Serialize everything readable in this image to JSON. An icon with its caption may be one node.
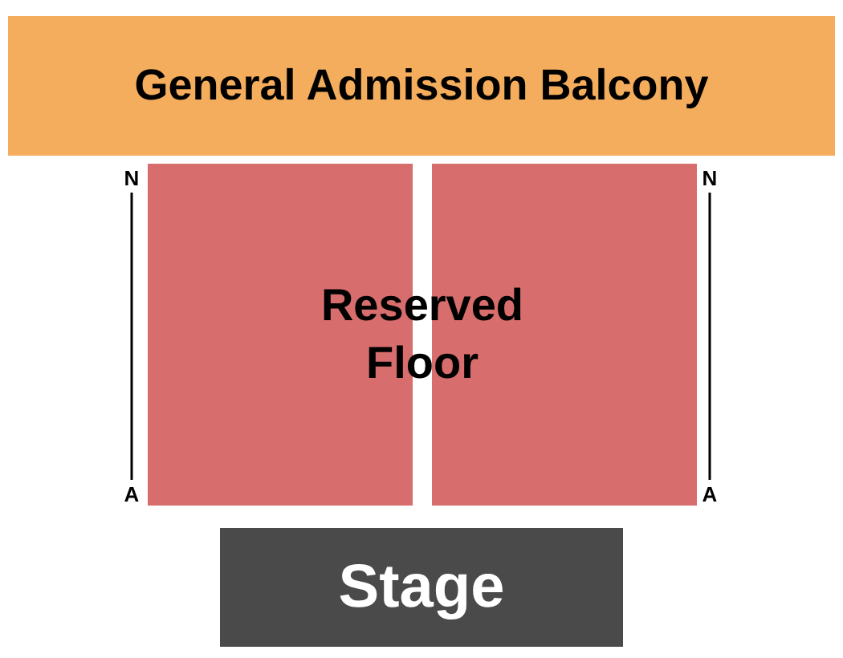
{
  "diagram": {
    "nodes": [
      {
        "text": [
          "General Admission Balcony"
        ]
      },
      {
        "text": [],
        "shape": "box"
      },
      {
        "text": [],
        "shape": "box"
      },
      {
        "text": [
          "Stage"
        ]
      }
    ],
    "labels": [
      "N",
      "N",
      "Reserved Floor",
      "A",
      "A"
    ]
  }
}
